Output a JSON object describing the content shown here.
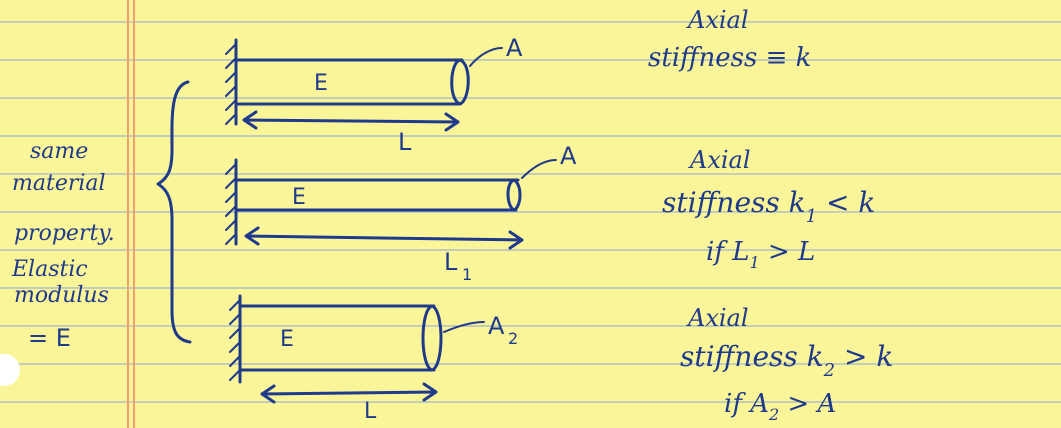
{
  "colors": {
    "paper": "#fbf59a",
    "ink": "#1f3a8a",
    "rule": "#9fb8c9",
    "margin": "#f0a070"
  },
  "side_note": {
    "line1": "same",
    "line2": "material",
    "line3": "property.",
    "line4": "Elastic",
    "line5": "modulus",
    "line6": "= E"
  },
  "bars": [
    {
      "modulus_label": "E",
      "area_label": "A",
      "length_label": "L"
    },
    {
      "modulus_label": "E",
      "area_label": "A",
      "length_label": "L",
      "length_subscript": "1"
    },
    {
      "modulus_label": "E",
      "area_label": "A",
      "area_subscript": "2",
      "length_label": "L"
    }
  ],
  "notes": [
    {
      "line1": "Axial",
      "line2": "stiffness ≡ k"
    },
    {
      "line1": "Axial",
      "line2": "stiffness k",
      "subscript": "1",
      "line2_tail": " < k",
      "line3": "if L",
      "line3_subscript": "1",
      "line3_tail": " > L"
    },
    {
      "line1": "Axial",
      "line2": "stiffness k",
      "subscript": "2",
      "line2_tail": " > k",
      "line3": "if A",
      "line3_subscript": "2",
      "line3_tail": " > A"
    }
  ]
}
